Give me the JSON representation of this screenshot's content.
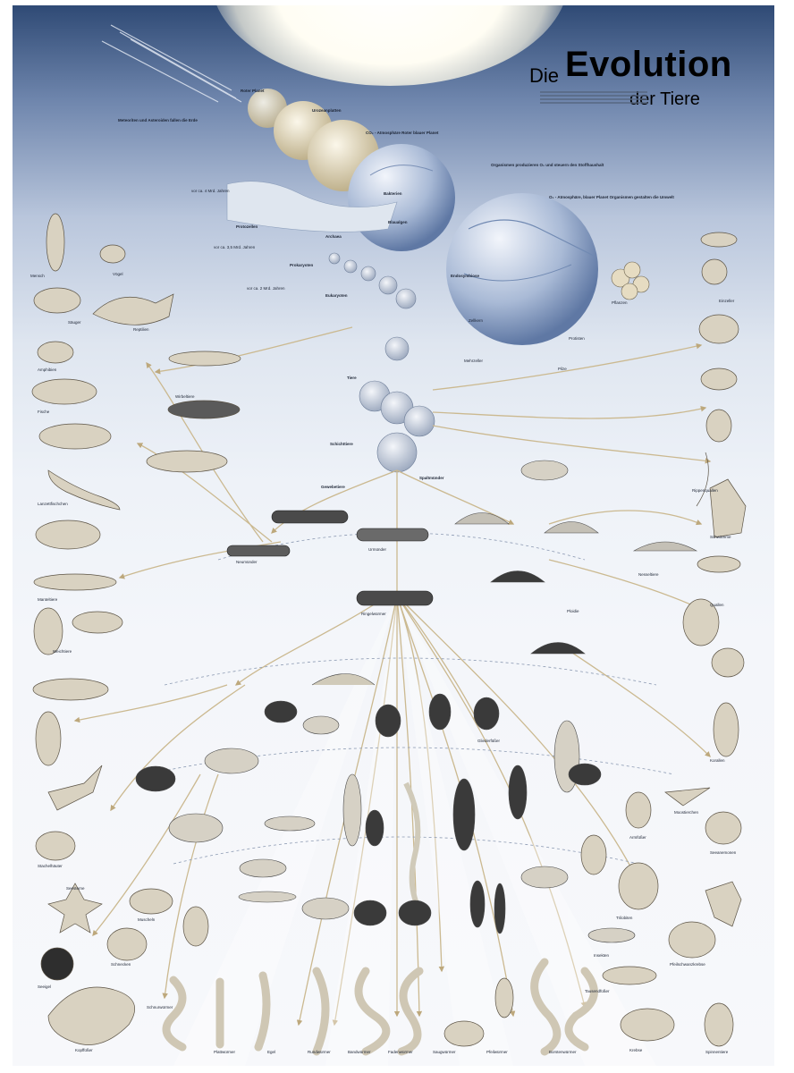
{
  "title": {
    "die": "Die",
    "evolution": "Evolution",
    "der_tiere": "der Tiere"
  },
  "labels": {
    "meteoriten": "Meteoriten und Asteroiden fallen die Erde",
    "roter_planet": "Roter Planet",
    "ur_ozean": "Urozeanplatten",
    "co2": "CO₂ - Atmosphäre Roter blauer Planet",
    "sauerstoff_prod": "Organismen produzieren O₂ und steuern den Stoffhaushalt",
    "o2_atmo": "O₂ - Atmosphäre, blauer Planet Organismen gestalten die Umwelt",
    "vor4": "vor ca. 4 Mrd. Jahren",
    "vor35": "vor ca. 3,5 Mrd. Jahren",
    "vor2": "vor ca. 2 Mrd. Jahren",
    "protozellen": "Protozellen",
    "archaea": "Archaea",
    "bakterien": "Bakterien",
    "blaualgen": "Blaualgen",
    "prokaryoten": "Prokaryoten",
    "eukaryoten": "Eukaryoten",
    "mehrzeller": "Mehrzeller",
    "endosymbiose": "Endosymbiose",
    "zellkern": "Zellkern",
    "pilze": "Pilze",
    "pflanzen": "Pflanzen",
    "protisten": "Protisten",
    "tiere": "Tiere",
    "schichtiere": "Schichttiere",
    "spaltmuender": "Spaltmünder",
    "gewebetiere": "Gewebetiere",
    "urmuender": "Urmünder",
    "neumuender": "Neumünder",
    "ringelwuermer": "Ringelwürmer",
    "gliederfuesser": "Gliederfüßer",
    "wirbeltiere": "Wirbeltiere",
    "mensch": "Mensch",
    "vogel": "Vögel",
    "saeuger": "Säuger",
    "reptilien": "Reptilien",
    "amphibien": "Amphibien",
    "fische": "Fische",
    "lanzetten": "Lanzettfischchen",
    "manteltiere": "Manteltiere",
    "stachelhaeuter": "Stachelhäuter",
    "seesterne": "Seesterne",
    "seeigel": "Seeigel",
    "weichtiere": "Weichtiere",
    "schnecken": "Schnecken",
    "muscheln": "Muscheln",
    "kopffuesser": "Kopffüßer",
    "borstenwuermer": "Borstenwürmer",
    "plattwuermer": "Plattwürmer",
    "fadenwuermer": "Fadenwürmer",
    "insekten": "Insekten",
    "krebse": "Krebse",
    "spinnen": "Spinnentiere",
    "tausendfuesser": "Tausendfüßer",
    "trilobiten": "Trilobiten",
    "pfeilschwanz": "Pfeilschwanzkrebse",
    "schwaemme": "Schwämme",
    "nesseltiere": "Nesseltiere",
    "quallen": "Quallen",
    "korallen": "Korallen",
    "seeanemonen": "Seeanemonen",
    "rippenquallen": "Rippenquallen",
    "einzeller": "Einzeller",
    "moostierchen": "Moostierchen",
    "armfuesser": "Armfüßer",
    "rundwuermer": "Rundwürmer",
    "egel": "Egel",
    "bandwuermer": "Bandwürmer",
    "saugwuermer": "Saugwürmer",
    "pfeilwuermer": "Pfeilwürmer",
    "schnurwuermer": "Schnurwürmer",
    "ploidie": "Ploidie"
  },
  "colors": {
    "sky_dark": "#2f4a75",
    "sky_light": "#eef2f8",
    "arrow": "#c9b690",
    "creature": "#d9d2c1",
    "creature_dark": "#2a2a2a"
  }
}
